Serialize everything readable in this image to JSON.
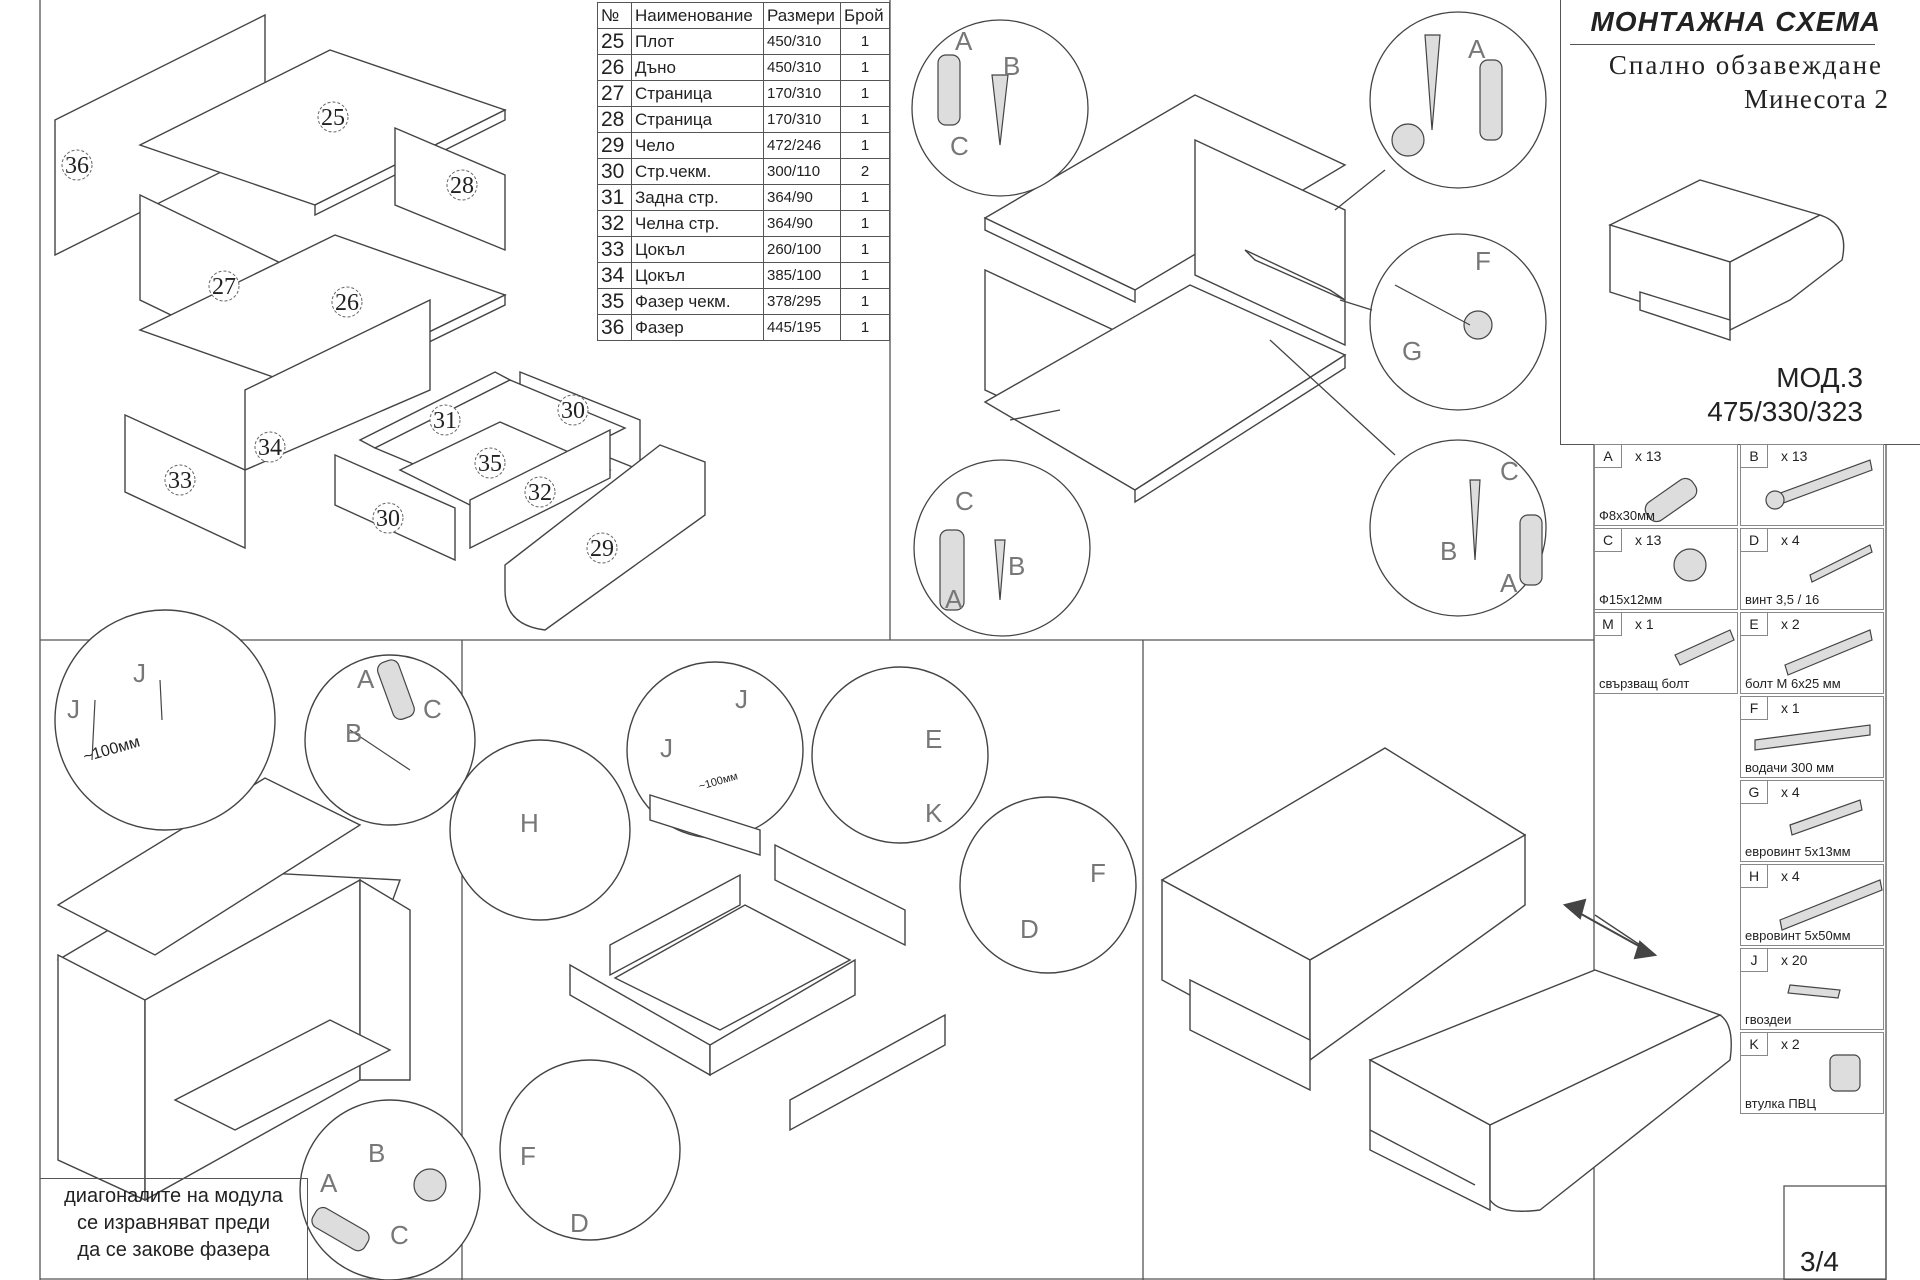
{
  "title": {
    "main": "МОНТАЖНА СХЕМА",
    "line1": "Спално обзавеждане",
    "line2": "Минесота 2",
    "model": "МОД.3",
    "dimensions": "475/330/323"
  },
  "parts_table": {
    "headers": [
      "№",
      "Наименование",
      "Размери",
      "Брой"
    ],
    "rows": [
      {
        "no": "25",
        "name": "Плот",
        "size": "450/310",
        "qty": "1"
      },
      {
        "no": "26",
        "name": "Дъно",
        "size": "450/310",
        "qty": "1"
      },
      {
        "no": "27",
        "name": "Страница",
        "size": "170/310",
        "qty": "1"
      },
      {
        "no": "28",
        "name": "Страница",
        "size": "170/310",
        "qty": "1"
      },
      {
        "no": "29",
        "name": "Чело",
        "size": "472/246",
        "qty": "1"
      },
      {
        "no": "30",
        "name": "Стр.чекм.",
        "size": "300/110",
        "qty": "2"
      },
      {
        "no": "31",
        "name": "Задна стр.",
        "size": "364/90",
        "qty": "1"
      },
      {
        "no": "32",
        "name": "Челна стр.",
        "size": "364/90",
        "qty": "1"
      },
      {
        "no": "33",
        "name": "Цокъл",
        "size": "260/100",
        "qty": "1"
      },
      {
        "no": "34",
        "name": "Цокъл",
        "size": "385/100",
        "qty": "1"
      },
      {
        "no": "35",
        "name": "Фазер чекм.",
        "size": "378/295",
        "qty": "1"
      },
      {
        "no": "36",
        "name": "Фазер",
        "size": "445/195",
        "qty": "1"
      }
    ]
  },
  "hardware": [
    {
      "code": "A",
      "qty": "x 13",
      "desc": "Ф8x30мм"
    },
    {
      "code": "B",
      "qty": "x 13",
      "desc": ""
    },
    {
      "code": "C",
      "qty": "x 13",
      "desc": "Ф15x12мм"
    },
    {
      "code": "D",
      "qty": "x 4",
      "desc": "винт 3,5 / 16"
    },
    {
      "code": "M",
      "qty": "x 1",
      "desc": "свързващ болт"
    },
    {
      "code": "E",
      "qty": "x 2",
      "desc": "болт М 6x25 мм"
    },
    {
      "code": "F",
      "qty": "x 1",
      "desc": "водачи 300 мм"
    },
    {
      "code": "G",
      "qty": "x 4",
      "desc": "евровинт 5x13мм"
    },
    {
      "code": "H",
      "qty": "x 4",
      "desc": "евровинт 5x50мм"
    },
    {
      "code": "J",
      "qty": "x 20",
      "desc": "гвоздеи"
    },
    {
      "code": "K",
      "qty": "x 2",
      "desc": "втулка ПВЦ"
    }
  ],
  "part_labels": [
    "25",
    "36",
    "28",
    "27",
    "26",
    "31",
    "30",
    "34",
    "35",
    "33",
    "32",
    "30",
    "29"
  ],
  "detail_labels": {
    "a": "A",
    "b": "B",
    "c": "C",
    "e": "E",
    "f": "F",
    "g": "G",
    "h": "H",
    "j": "J",
    "k": "K",
    "d": "D"
  },
  "dimension_note": "~100мм",
  "dimension_note_small": "~100мм",
  "assembly_note": [
    "диагоналите на модула",
    "се изравняват преди",
    "да се закове фазера"
  ],
  "page": "3/4"
}
